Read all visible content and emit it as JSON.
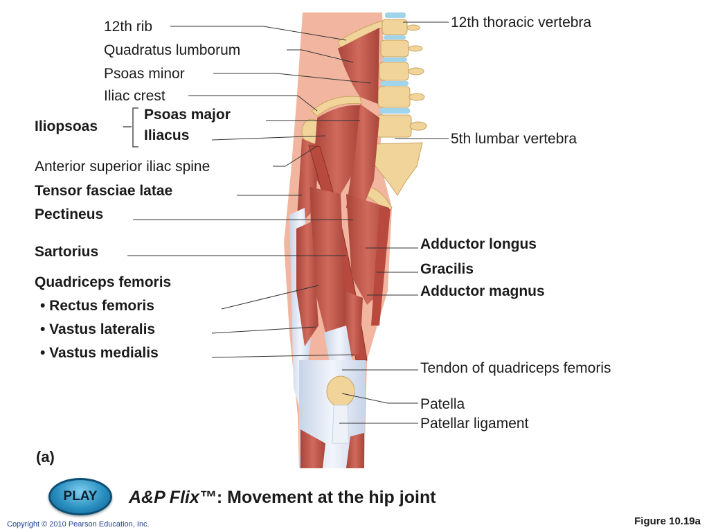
{
  "labels": {
    "rib12": "12th rib",
    "quadratus_lumborum": "Quadratus lumborum",
    "psoas_minor": "Psoas minor",
    "iliac_crest": "Iliac crest",
    "iliopsoas": "Iliopsoas",
    "psoas_major": "Psoas major",
    "iliacus": "Iliacus",
    "asis": "Anterior superior iliac spine",
    "tensor_fasciae_latae": "Tensor fasciae latae",
    "pectineus": "Pectineus",
    "sartorius": "Sartorius",
    "quadriceps_femoris": "Quadriceps femoris",
    "rectus_femoris": "• Rectus femoris",
    "vastus_lateralis": "• Vastus lateralis",
    "vastus_medialis": "• Vastus medialis",
    "thoracic_vertebra12": "12th thoracic vertebra",
    "lumbar_vertebra5": "5th lumbar vertebra",
    "adductor_longus": "Adductor longus",
    "gracilis": "Gracilis",
    "adductor_magnus": "Adductor magnus",
    "quadriceps_tendon": "Tendon of quadriceps femoris",
    "patella": "Patella",
    "patellar_ligament": "Patellar ligament"
  },
  "panel_letter": "(a)",
  "play_label": "PLAY",
  "flix": {
    "brand": "A&P Flix™",
    "title": ": Movement at the hip joint"
  },
  "copyright": "Copyright © 2010 Pearson Education, Inc.",
  "figure_number": "Figure 10.19a",
  "colors": {
    "muscle": "#c4574a",
    "muscle_dark": "#9e3a32",
    "skin": "#f2b6a0",
    "bone": "#f0d49a",
    "fascia": "#dfe7f3",
    "disc": "#9fd4ea"
  }
}
